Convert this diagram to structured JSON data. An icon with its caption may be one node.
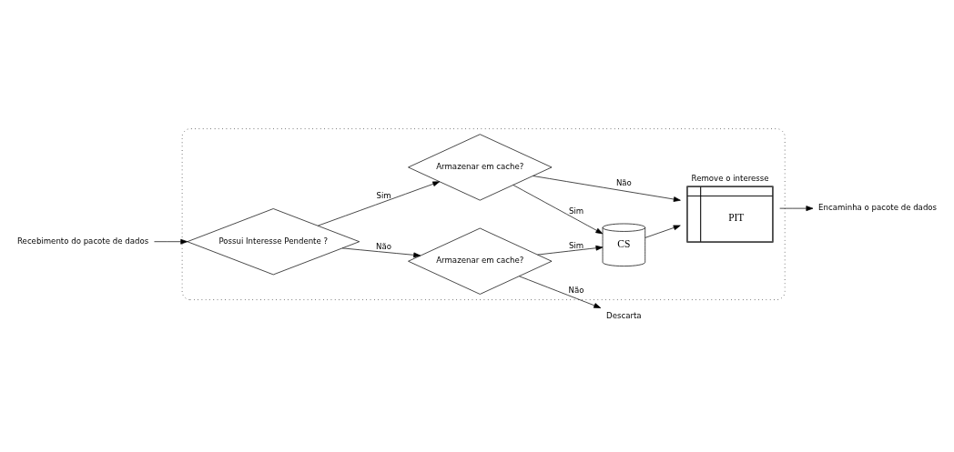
{
  "diagram": {
    "nodes": [
      {
        "text": [],
        "shape": "box"
      },
      {
        "text": [
          "Recebimento do pacote de dados"
        ]
      },
      {
        "text": [
          "Possui Interesse Pendente ?"
        ],
        "in": 0
      },
      {
        "text": [
          "Armazenar em cache?"
        ],
        "in": 0
      },
      {
        "text": [
          "Descarta"
        ]
      },
      {
        "text": [
          "Armazenar em cache?"
        ],
        "in": 0
      },
      {
        "text": [
          "CS"
        ],
        "in": 0
      },
      {
        "text": [
          "Remove o interesse",
          "PIT"
        ],
        "in": 0
      },
      {
        "text": [
          "Encaminha o pacote de dados"
        ]
      }
    ],
    "edges": [
      {
        "from": 1,
        "to": 2,
        "arrow": "to"
      },
      {
        "from": 2,
        "to": 3,
        "arrow": "to",
        "label": "Não"
      },
      {
        "from": 3,
        "to": 4,
        "arrow": "to",
        "label": "Não"
      },
      {
        "from": 2,
        "to": 5,
        "arrow": "to",
        "label": "Sim"
      },
      {
        "from": 3,
        "to": 6,
        "arrow": "to",
        "label": "Sim"
      },
      {
        "from": 5,
        "to": 6,
        "arrow": "to",
        "label": "Sim"
      },
      {
        "from": 5,
        "to": 7,
        "arrow": "to",
        "label": "Não"
      },
      {
        "from": 6,
        "to": 7,
        "arrow": "to"
      },
      {
        "from": 7,
        "to": 8,
        "arrow": "to"
      }
    ]
  }
}
